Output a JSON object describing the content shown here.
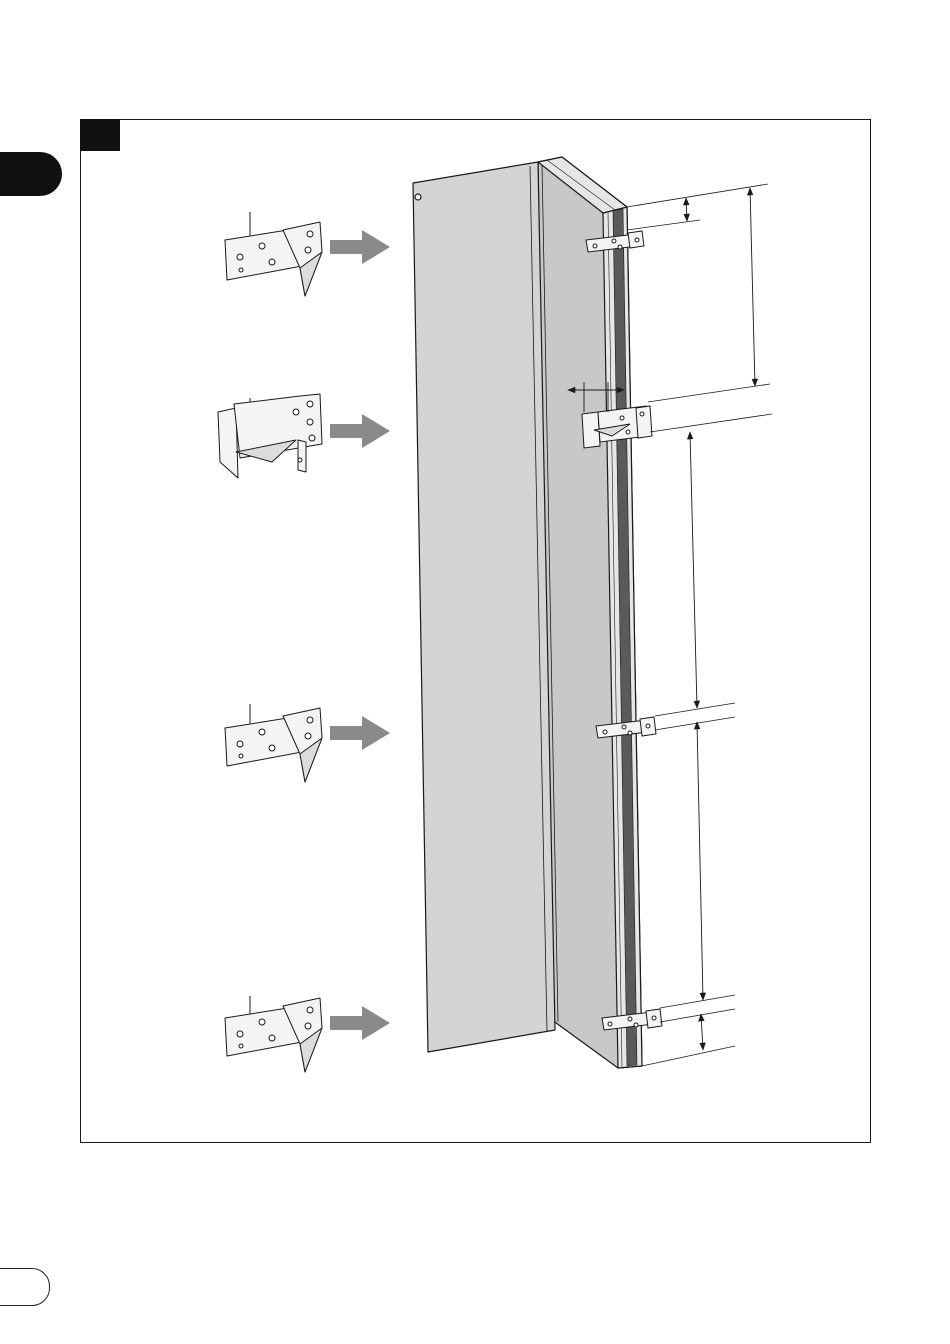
{
  "colors": {
    "ink": "#1a1a1a",
    "panel_front": "#d4d4d4",
    "panel_side": "#c8c8c8",
    "edge_strip": "#5a5a5a",
    "arrow": "#8a8a8a",
    "bracket": "#f4f4f4",
    "step_badge": "#111111"
  },
  "figure": {
    "step_badge_icon": "filled-square-icon",
    "language_tab_icon": "black-rounded-tab",
    "page_tab_icon": "outlined-rounded-tab",
    "brackets": [
      {
        "kind": "flat-angle-bracket",
        "icon": "angle-bracket-icon"
      },
      {
        "kind": "support-bracket",
        "icon": "support-bracket-icon"
      },
      {
        "kind": "flat-angle-bracket",
        "icon": "angle-bracket-icon"
      },
      {
        "kind": "flat-angle-bracket",
        "icon": "angle-bracket-icon"
      }
    ],
    "pointer_arrow_icon": "right-arrow-icon",
    "dimension_arrow_icon": "double-headed-arrow-icon"
  }
}
